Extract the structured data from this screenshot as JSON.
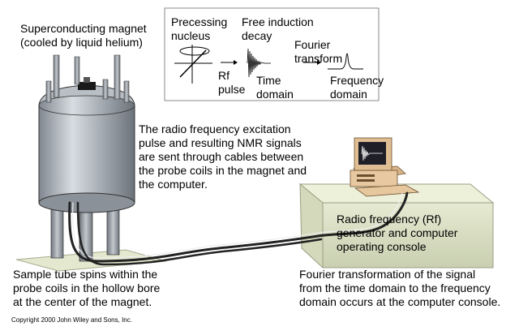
{
  "magnet_label": "Superconducting magnet\n(cooled by liquid helium)",
  "inset": {
    "precessing": "Precessing\nnucleus",
    "fid": "Free induction\ndecay",
    "rf_pulse": "Rf\npulse",
    "time_domain": "Time\ndomain",
    "fourier": "Fourier\ntransform",
    "freq_domain": "Frequency\ndomain"
  },
  "cables_note": "The radio frequency excitation\npulse and resulting NMR signals\nare sent through cables between\nthe probe coils in the magnet and\nthe computer.",
  "console_label": "Radio frequency (Rf)\ngenerator and computer\noperating console",
  "sample_note": "Sample tube spins within the\nprobe coils in the hollow bore\nat the center of the magnet.",
  "fourier_note": "Fourier transformation of the signal\nfrom the time domain to the frequency\ndomain occurs at the computer console.",
  "copyright": "Copyright 2000 John Wiley and Sons, Inc."
}
